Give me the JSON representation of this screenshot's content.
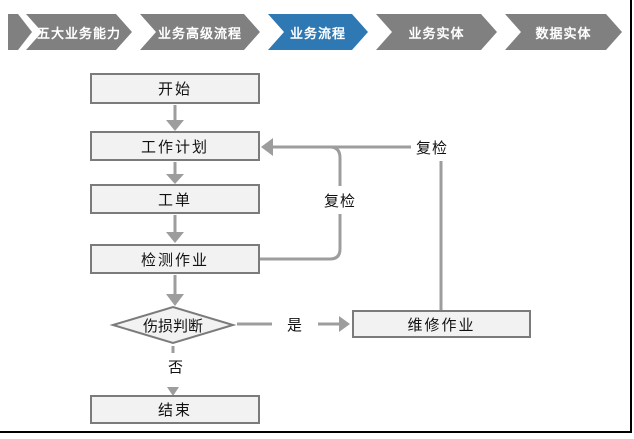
{
  "banner": {
    "items": [
      {
        "label": "五大业务能力",
        "active": false
      },
      {
        "label": "业务高级流程",
        "active": false
      },
      {
        "label": "业务流程",
        "active": true
      },
      {
        "label": "业务实体",
        "active": false
      },
      {
        "label": "数据实体",
        "active": false
      }
    ]
  },
  "flowchart": {
    "nodes": {
      "start": "开始",
      "plan": "工作计划",
      "order": "工单",
      "inspect": "检测作业",
      "judge": "伤损判断",
      "repair": "维修作业",
      "end": "结束"
    },
    "labels": {
      "recheck_inner": "复检",
      "recheck_outer": "复检",
      "yes": "是",
      "no": "否"
    }
  },
  "colors": {
    "chevron_gray": "#808080",
    "chevron_active_blue": "#2e78b4",
    "node_fill": "#f2f2f2",
    "node_border": "#7b7b7b",
    "connector_gray": "#9d9d9d",
    "frame_black": "#000000"
  }
}
